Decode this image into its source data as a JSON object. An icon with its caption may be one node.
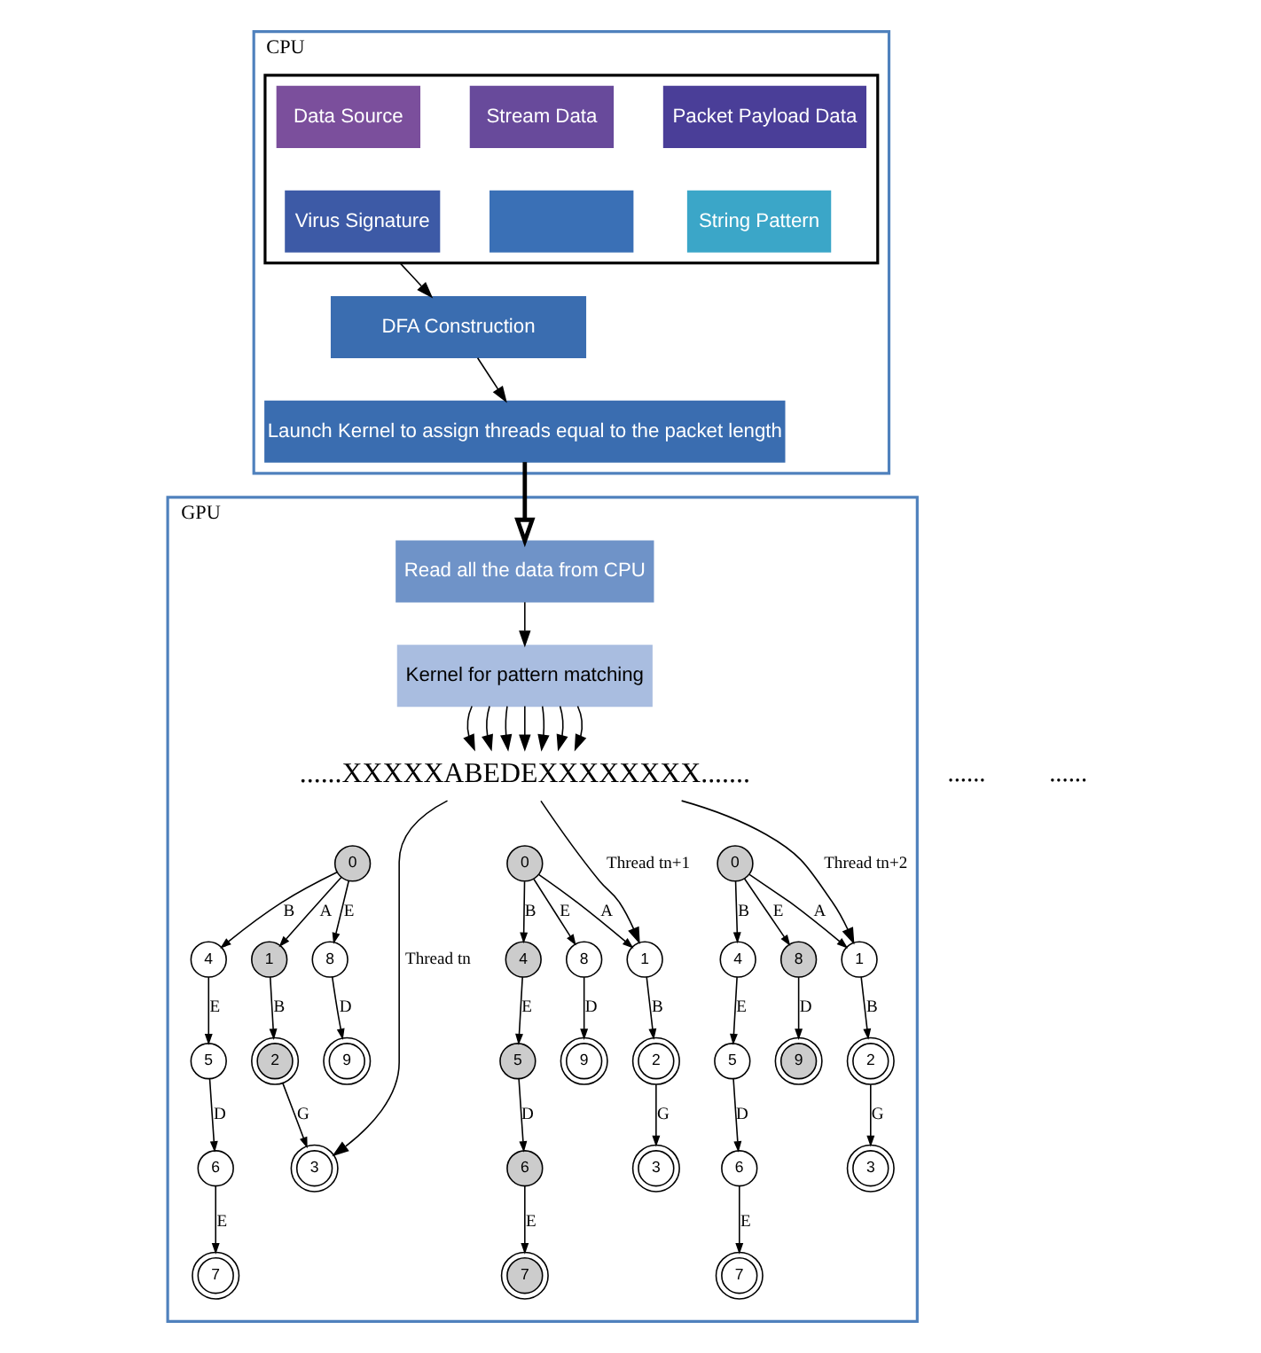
{
  "diagram": {
    "nodes": [
      {
        "text": [
          "CPU"
        ]
      },
      {
        "text": [],
        "shape": "box",
        "in": 0
      },
      {
        "text": [
          "Data Source"
        ],
        "in": 1
      },
      {
        "text": [
          "Stream Data"
        ],
        "in": 1
      },
      {
        "text": [
          "Packet Payload Data"
        ],
        "in": 1
      },
      {
        "text": [
          "Virus Signature"
        ],
        "in": 1
      },
      {
        "text": [],
        "shape": "box",
        "in": 1
      },
      {
        "text": [
          "String Pattern"
        ],
        "in": 1
      },
      {
        "text": [
          "DFA Construction"
        ],
        "in": 0
      },
      {
        "text": [
          "Launch Kernel to assign threads equal to the packet length"
        ],
        "in": 0
      },
      {
        "text": [
          "GPU"
        ]
      },
      {
        "text": [
          "Read all the data from CPU"
        ],
        "in": 10
      },
      {
        "text": [
          "Kernel for pattern matching"
        ],
        "in": 10
      },
      {
        "text": [
          "......XXXXXABEDEXXXXXXXX......."
        ],
        "in": 10
      },
      {
        "text": [
          "0"
        ],
        "in": 10
      },
      {
        "text": [
          "1"
        ],
        "in": 10
      },
      {
        "text": [
          "2"
        ],
        "in": 10
      },
      {
        "text": [
          "3"
        ],
        "in": 10
      },
      {
        "text": [
          "4"
        ],
        "in": 10
      },
      {
        "text": [
          "5"
        ],
        "in": 10
      },
      {
        "text": [
          "6"
        ],
        "in": 10
      },
      {
        "text": [
          "7"
        ],
        "in": 10
      },
      {
        "text": [
          "8"
        ],
        "in": 10
      },
      {
        "text": [
          "9"
        ],
        "in": 10
      },
      {
        "text": [
          "0"
        ],
        "in": 10
      },
      {
        "text": [
          "1"
        ],
        "in": 10
      },
      {
        "text": [
          "2"
        ],
        "in": 10
      },
      {
        "text": [
          "3"
        ],
        "in": 10
      },
      {
        "text": [
          "4"
        ],
        "in": 10
      },
      {
        "text": [
          "5"
        ],
        "in": 10
      },
      {
        "text": [
          "6"
        ],
        "in": 10
      },
      {
        "text": [
          "7"
        ],
        "in": 10
      },
      {
        "text": [
          "8"
        ],
        "in": 10
      },
      {
        "text": [
          "9"
        ],
        "in": 10
      },
      {
        "text": [
          "0"
        ],
        "in": 10
      },
      {
        "text": [
          "1"
        ],
        "in": 10
      },
      {
        "text": [
          "2"
        ],
        "in": 10
      },
      {
        "text": [
          "3"
        ],
        "in": 10
      },
      {
        "text": [
          "4"
        ],
        "in": 10
      },
      {
        "text": [
          "5"
        ],
        "in": 10
      },
      {
        "text": [
          "6"
        ],
        "in": 10
      },
      {
        "text": [
          "7"
        ],
        "in": 10
      },
      {
        "text": [
          "8"
        ],
        "in": 10
      },
      {
        "text": [
          "9"
        ],
        "in": 10
      }
    ],
    "edges": [
      {
        "from": 1,
        "to": 8,
        "arrow": "to"
      },
      {
        "from": 8,
        "to": 9,
        "arrow": "to"
      },
      {
        "from": 9,
        "to": 11,
        "arrow": "to",
        "style": "thick"
      },
      {
        "from": 11,
        "to": 12,
        "arrow": "to"
      },
      {
        "from": 12,
        "to": 13,
        "arrow": "to"
      },
      {
        "from": 12,
        "to": 13,
        "arrow": "to"
      },
      {
        "from": 12,
        "to": 13,
        "arrow": "to"
      },
      {
        "from": 12,
        "to": 13,
        "arrow": "to"
      },
      {
        "from": 12,
        "to": 13,
        "arrow": "to"
      },
      {
        "from": 12,
        "to": 13,
        "arrow": "to"
      },
      {
        "from": 12,
        "to": 13,
        "arrow": "to"
      },
      {
        "from": 13,
        "to": 17,
        "arrow": "to",
        "label": "Thread tn"
      },
      {
        "from": 13,
        "to": 25,
        "arrow": "to",
        "label": "Thread tn+1"
      },
      {
        "from": 13,
        "to": 35,
        "arrow": "to",
        "label": "Thread tn+2"
      },
      {
        "from": 14,
        "to": 15,
        "arrow": "to",
        "label": "A"
      },
      {
        "from": 15,
        "to": 16,
        "arrow": "to",
        "label": "B"
      },
      {
        "from": 16,
        "to": 17,
        "arrow": "to",
        "label": "G"
      },
      {
        "from": 14,
        "to": 18,
        "arrow": "to",
        "label": "B"
      },
      {
        "from": 18,
        "to": 19,
        "arrow": "to",
        "label": "E"
      },
      {
        "from": 19,
        "to": 20,
        "arrow": "to",
        "label": "D"
      },
      {
        "from": 20,
        "to": 21,
        "arrow": "to",
        "label": "E"
      },
      {
        "from": 14,
        "to": 22,
        "arrow": "to",
        "label": "E"
      },
      {
        "from": 22,
        "to": 23,
        "arrow": "to",
        "label": "D"
      },
      {
        "from": 24,
        "to": 25,
        "arrow": "to",
        "label": "A"
      },
      {
        "from": 25,
        "to": 26,
        "arrow": "to",
        "label": "B"
      },
      {
        "from": 26,
        "to": 27,
        "arrow": "to",
        "label": "G"
      },
      {
        "from": 24,
        "to": 28,
        "arrow": "to",
        "label": "B"
      },
      {
        "from": 28,
        "to": 29,
        "arrow": "to",
        "label": "E"
      },
      {
        "from": 29,
        "to": 30,
        "arrow": "to",
        "label": "D"
      },
      {
        "from": 30,
        "to": 31,
        "arrow": "to",
        "label": "E"
      },
      {
        "from": 24,
        "to": 32,
        "arrow": "to",
        "label": "E"
      },
      {
        "from": 32,
        "to": 33,
        "arrow": "to",
        "label": "D"
      },
      {
        "from": 34,
        "to": 35,
        "arrow": "to",
        "label": "A"
      },
      {
        "from": 35,
        "to": 36,
        "arrow": "to",
        "label": "B"
      },
      {
        "from": 36,
        "to": 37,
        "arrow": "to",
        "label": "G"
      },
      {
        "from": 34,
        "to": 38,
        "arrow": "to",
        "label": "B"
      },
      {
        "from": 38,
        "to": 39,
        "arrow": "to",
        "label": "E"
      },
      {
        "from": 39,
        "to": 40,
        "arrow": "to",
        "label": "D"
      },
      {
        "from": 40,
        "to": 41,
        "arrow": "to",
        "label": "E"
      },
      {
        "from": 34,
        "to": 42,
        "arrow": "to",
        "label": "E"
      },
      {
        "from": 42,
        "to": 43,
        "arrow": "to",
        "label": "D"
      }
    ],
    "labels": [
      "......",
      "......"
    ]
  }
}
